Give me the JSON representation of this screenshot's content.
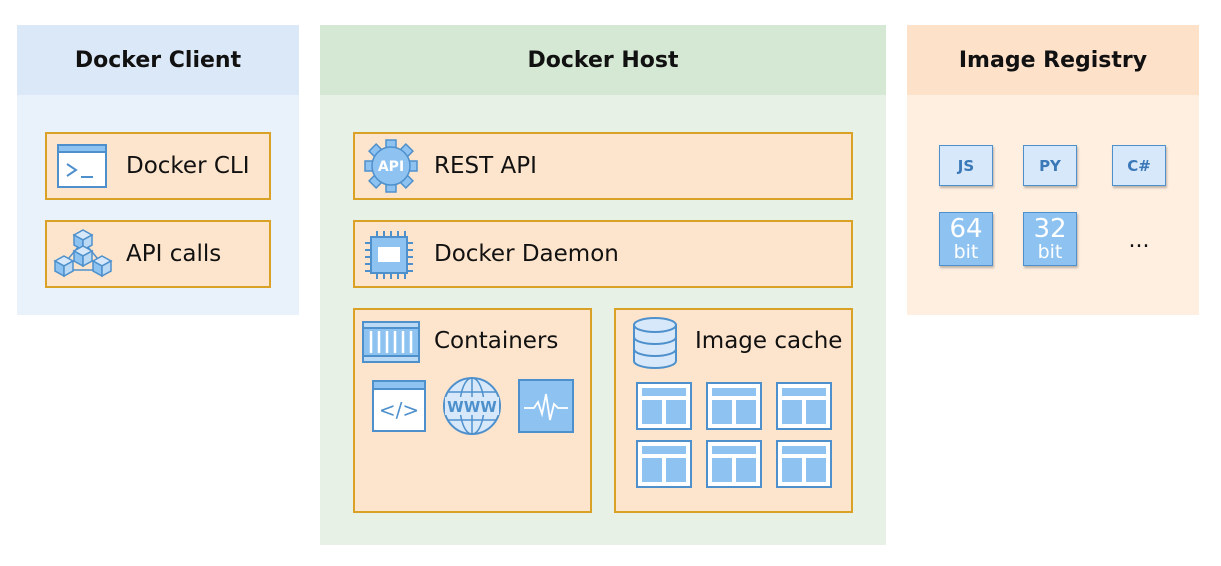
{
  "client": {
    "title": "Docker Client",
    "items": [
      {
        "label": "Docker CLI",
        "icon": "terminal-icon"
      },
      {
        "label": "API calls",
        "icon": "cubes-network-icon"
      }
    ]
  },
  "host": {
    "title": "Docker Host",
    "rest_api": {
      "label": "REST API",
      "icon": "api-gear-icon",
      "icon_text": "API"
    },
    "daemon": {
      "label": "Docker Daemon",
      "icon": "cpu-chip-icon"
    },
    "containers": {
      "label": "Containers",
      "icon": "shipping-container-icon",
      "items": [
        {
          "icon": "code-window-icon",
          "text": "</>"
        },
        {
          "icon": "www-globe-icon",
          "text": "WWW"
        },
        {
          "icon": "heartbeat-monitor-icon"
        }
      ]
    },
    "image_cache": {
      "label": "Image cache",
      "icon": "database-icon",
      "images": 6
    }
  },
  "registry": {
    "title": "Image Registry",
    "tags": [
      "JS",
      "PY",
      "C#"
    ],
    "bits": [
      {
        "num": "64",
        "unit": "bit"
      },
      {
        "num": "32",
        "unit": "bit"
      }
    ],
    "more": "..."
  },
  "colors": {
    "client_header": "#dbe8f8",
    "client_body": "#e9f1fb",
    "host_header": "#d5e8d4",
    "host_body": "#e8f1e6",
    "registry_header": "#fde1c9",
    "registry_body": "#feefe0",
    "box_fill": "#fde4cc",
    "box_border": "#d9a227",
    "icon_blue": "#4e90cc",
    "icon_fill": "#8ec3f1"
  }
}
